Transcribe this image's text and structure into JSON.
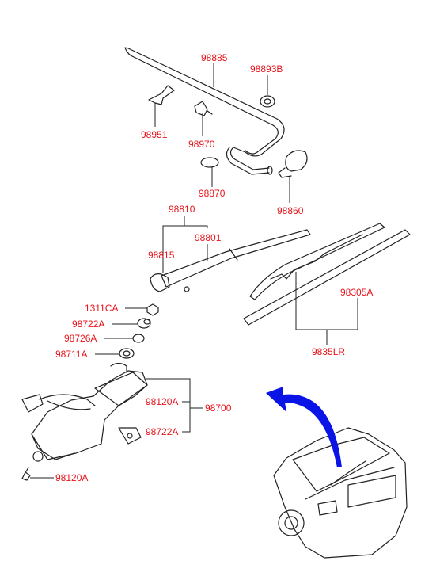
{
  "diagram": {
    "label_color": "#e8141c",
    "line_color": "#222222",
    "arrow_color": "#0a14e6",
    "labels": {
      "l98885": "98885",
      "l98893B": "98893B",
      "l98951": "98951",
      "l98970": "98970",
      "l98870": "98870",
      "l98860": "98860",
      "l98810": "98810",
      "l98801": "98801",
      "l98815": "98815",
      "l1311CA": "1311CA",
      "l98722A_1": "98722A",
      "l98726A": "98726A",
      "l98711A": "98711A",
      "l98305A": "98305A",
      "l9835LR": "9835LR",
      "l98120A_1": "98120A",
      "l98700": "98700",
      "l98722A_2": "98722A",
      "l98120A_2": "98120A"
    }
  }
}
